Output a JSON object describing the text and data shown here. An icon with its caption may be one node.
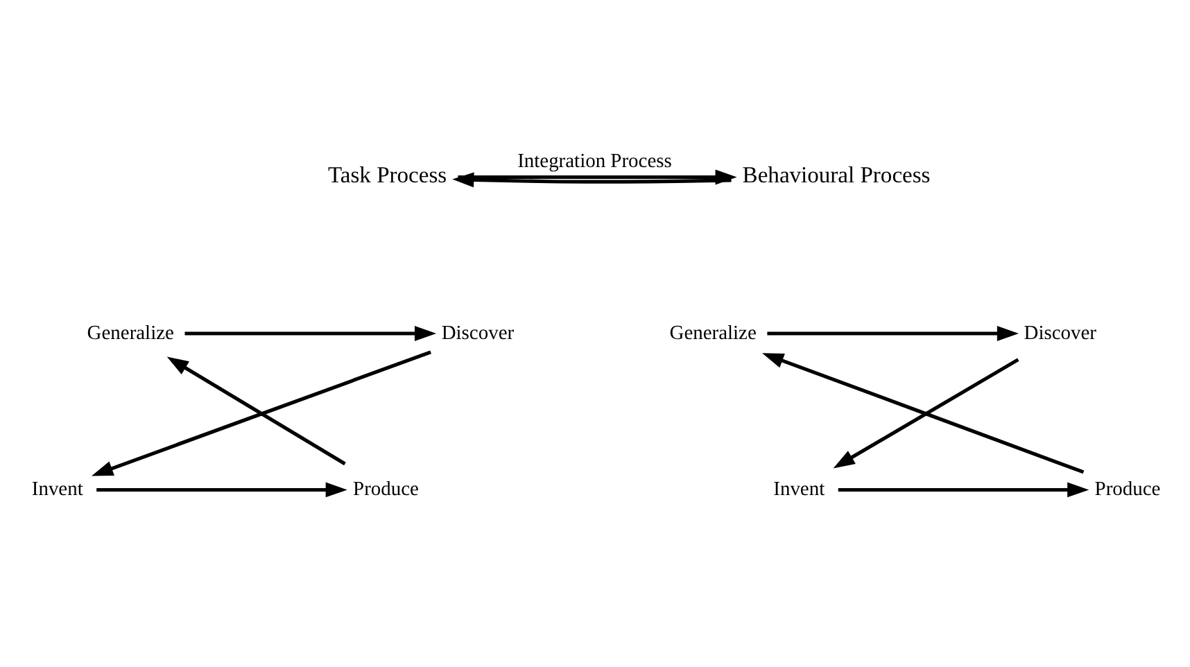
{
  "diagram": {
    "nodes": [
      {
        "text": [
          "Task Process"
        ]
      },
      {
        "text": [
          "Generalize"
        ]
      },
      {
        "text": [
          "Discover"
        ]
      },
      {
        "text": [
          "Produce"
        ]
      },
      {
        "text": [
          "Invent"
        ]
      },
      {
        "text": [
          "Behavioural Process"
        ]
      },
      {
        "text": [
          "Generalize"
        ]
      },
      {
        "text": [
          "Discover"
        ]
      },
      {
        "text": [
          "Produce"
        ]
      },
      {
        "text": [
          "Invent"
        ]
      }
    ],
    "edges": [
      {
        "from": 0,
        "to": 5,
        "arrow": "to",
        "label": "Integration Process"
      },
      {
        "from": 5,
        "to": 0,
        "arrow": "to"
      },
      {
        "from": 1,
        "to": 2,
        "arrow": "to"
      },
      {
        "from": 2,
        "to": 4,
        "arrow": "to"
      },
      {
        "from": 4,
        "to": 3,
        "arrow": "to"
      },
      {
        "from": 3,
        "to": 1,
        "arrow": "to"
      },
      {
        "from": 6,
        "to": 7,
        "arrow": "to"
      },
      {
        "from": 7,
        "to": 9,
        "arrow": "to"
      },
      {
        "from": 9,
        "to": 8,
        "arrow": "to"
      },
      {
        "from": 8,
        "to": 6,
        "arrow": "to"
      }
    ]
  }
}
